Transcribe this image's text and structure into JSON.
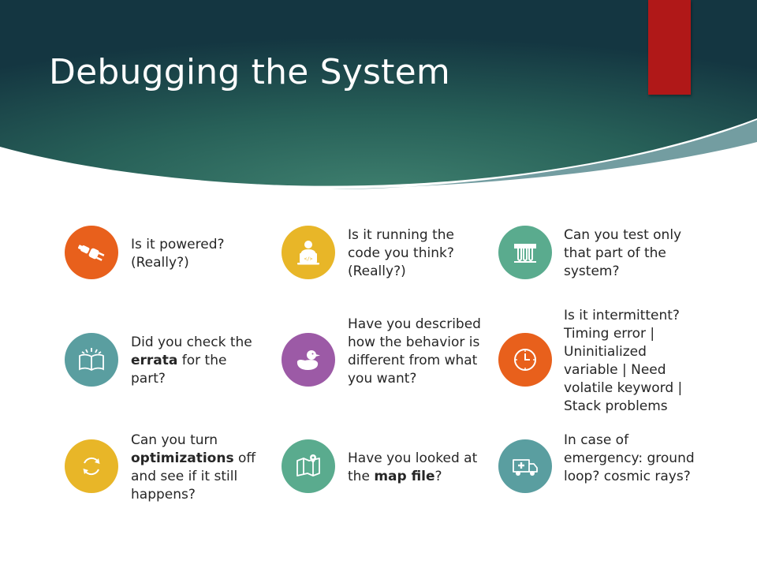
{
  "slide": {
    "title": "Debugging the System"
  },
  "theme": {
    "header_dark": "#163640",
    "header_light": "#3a7a6c",
    "accent_red": "#b01818"
  },
  "items": [
    {
      "icon": "plug-icon",
      "color": "#e8601c",
      "pre": "Is it powered? (Really?)",
      "bold": "",
      "post": ""
    },
    {
      "icon": "coder-icon",
      "color": "#e8b628",
      "pre": "Is it running the code you think? (Really?)",
      "bold": "",
      "post": ""
    },
    {
      "icon": "test-tubes-icon",
      "color": "#5aab8e",
      "pre": "Can you test only that part of the system?",
      "bold": "",
      "post": ""
    },
    {
      "icon": "open-book-icon",
      "color": "#5a9ea0",
      "pre": "Did you check the ",
      "bold": "errata",
      "post": " for the part?"
    },
    {
      "icon": "rubber-duck-icon",
      "color": "#9c5aa6",
      "pre": "Have you described how the behavior is different from what you want?",
      "bold": "",
      "post": ""
    },
    {
      "icon": "clock-icon",
      "color": "#e8601c",
      "pre": "Is it intermittent? Timing error | Uninitialized variable | Need volatile keyword | Stack problems",
      "bold": "",
      "post": ""
    },
    {
      "icon": "refresh-icon",
      "color": "#e8b628",
      "pre": "Can you turn ",
      "bold": "optimizations",
      "post": " off and see if it still happens?"
    },
    {
      "icon": "map-icon",
      "color": "#5aab8e",
      "pre": "Have you looked at the ",
      "bold": "map file",
      "post": "?"
    },
    {
      "icon": "ambulance-icon",
      "color": "#5a9ea0",
      "pre": "In case of emergency: ground loop? cosmic rays?",
      "bold": "",
      "post": ""
    }
  ]
}
